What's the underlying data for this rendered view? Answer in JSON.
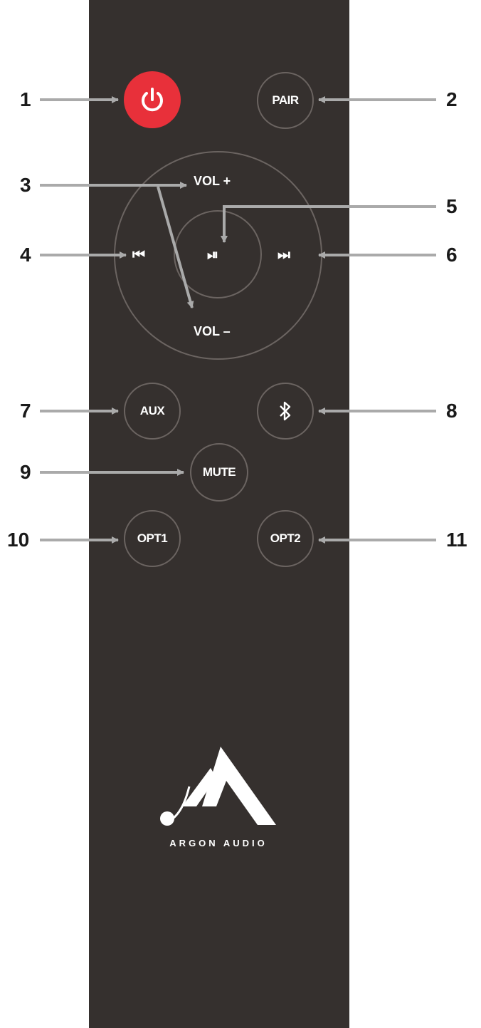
{
  "buttons": {
    "power": "power-icon",
    "pair": "PAIR",
    "vol_up": "VOL +",
    "vol_down": "VOL –",
    "prev": "⏮",
    "play_pause": "⏯",
    "next": "⏭",
    "aux": "AUX",
    "bluetooth": "bluetooth-icon",
    "mute": "MUTE",
    "opt1": "OPT1",
    "opt2": "OPT2"
  },
  "callouts": [
    "1",
    "2",
    "3",
    "4",
    "5",
    "6",
    "7",
    "8",
    "9",
    "10",
    "11"
  ],
  "brand": {
    "name": "ARGON AUDIO"
  },
  "colors": {
    "remote_body": "#35302e",
    "button_border": "#6b6461",
    "power_button": "#e8303a",
    "arrow": "#aaaaaa",
    "number": "#1a1a1a"
  }
}
